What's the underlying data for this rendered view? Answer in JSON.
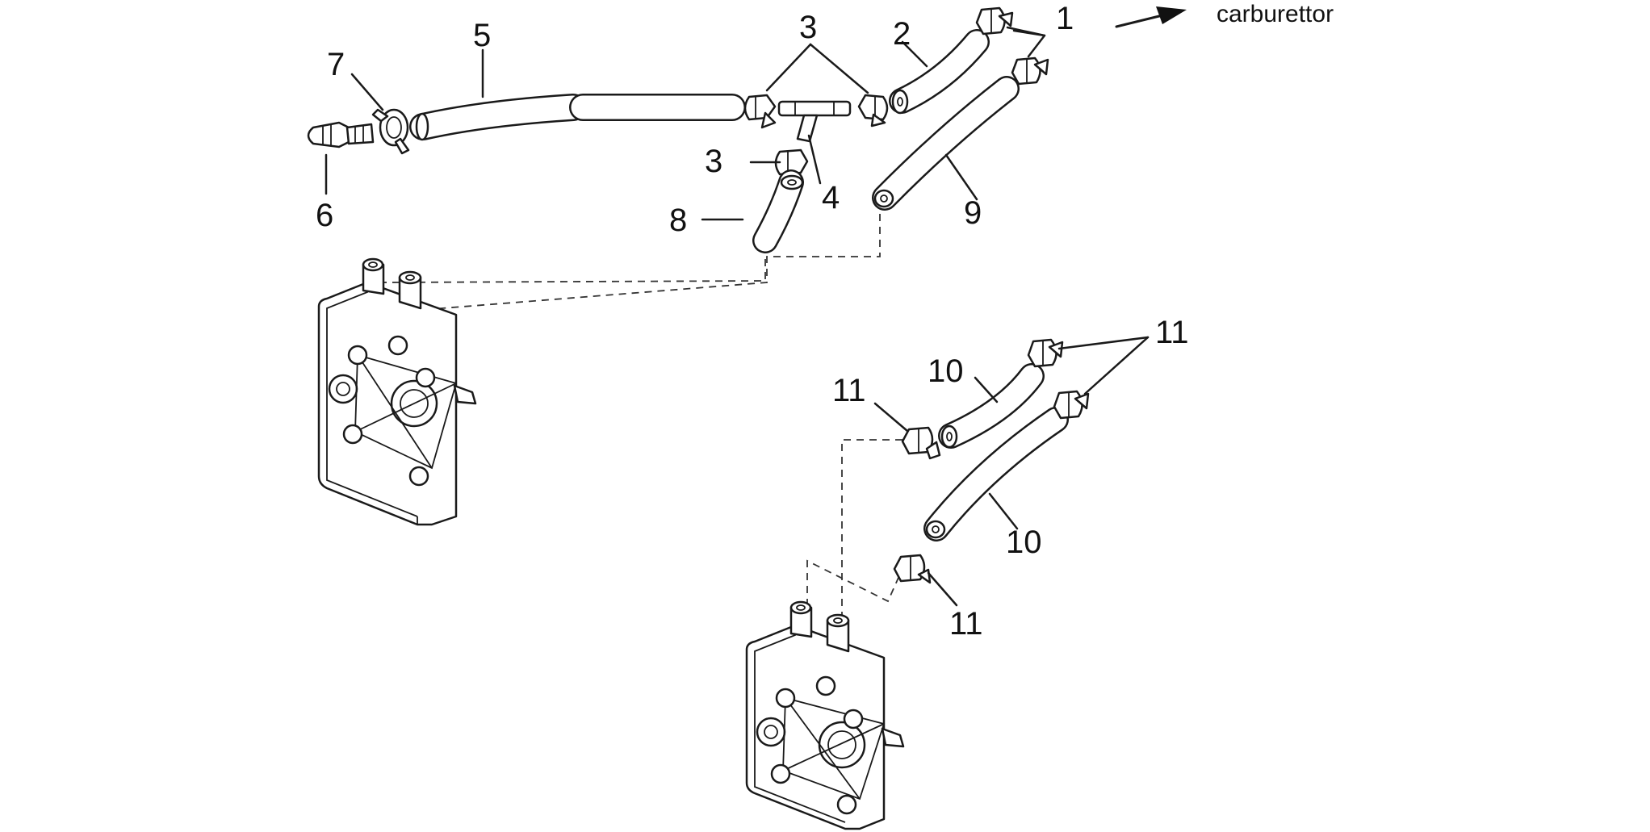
{
  "diagram": {
    "legend_text": "carburettor",
    "callouts": {
      "c1": "1",
      "c2": "2",
      "c3a": "3",
      "c3b": "3",
      "c4": "4",
      "c5": "5",
      "c6": "6",
      "c7": "7",
      "c8": "8",
      "c9": "9",
      "c10a": "10",
      "c10b": "10",
      "c11a": "11",
      "c11b": "11",
      "c11c": "11"
    },
    "icons": {
      "arrow": "arrow-right-icon",
      "cylinder_head": "cylinder-head-icon",
      "hose": "hose-icon",
      "clamp": "hose-clamp-icon",
      "union": "union-fitting-icon",
      "t_joint": "t-joint-icon"
    }
  }
}
